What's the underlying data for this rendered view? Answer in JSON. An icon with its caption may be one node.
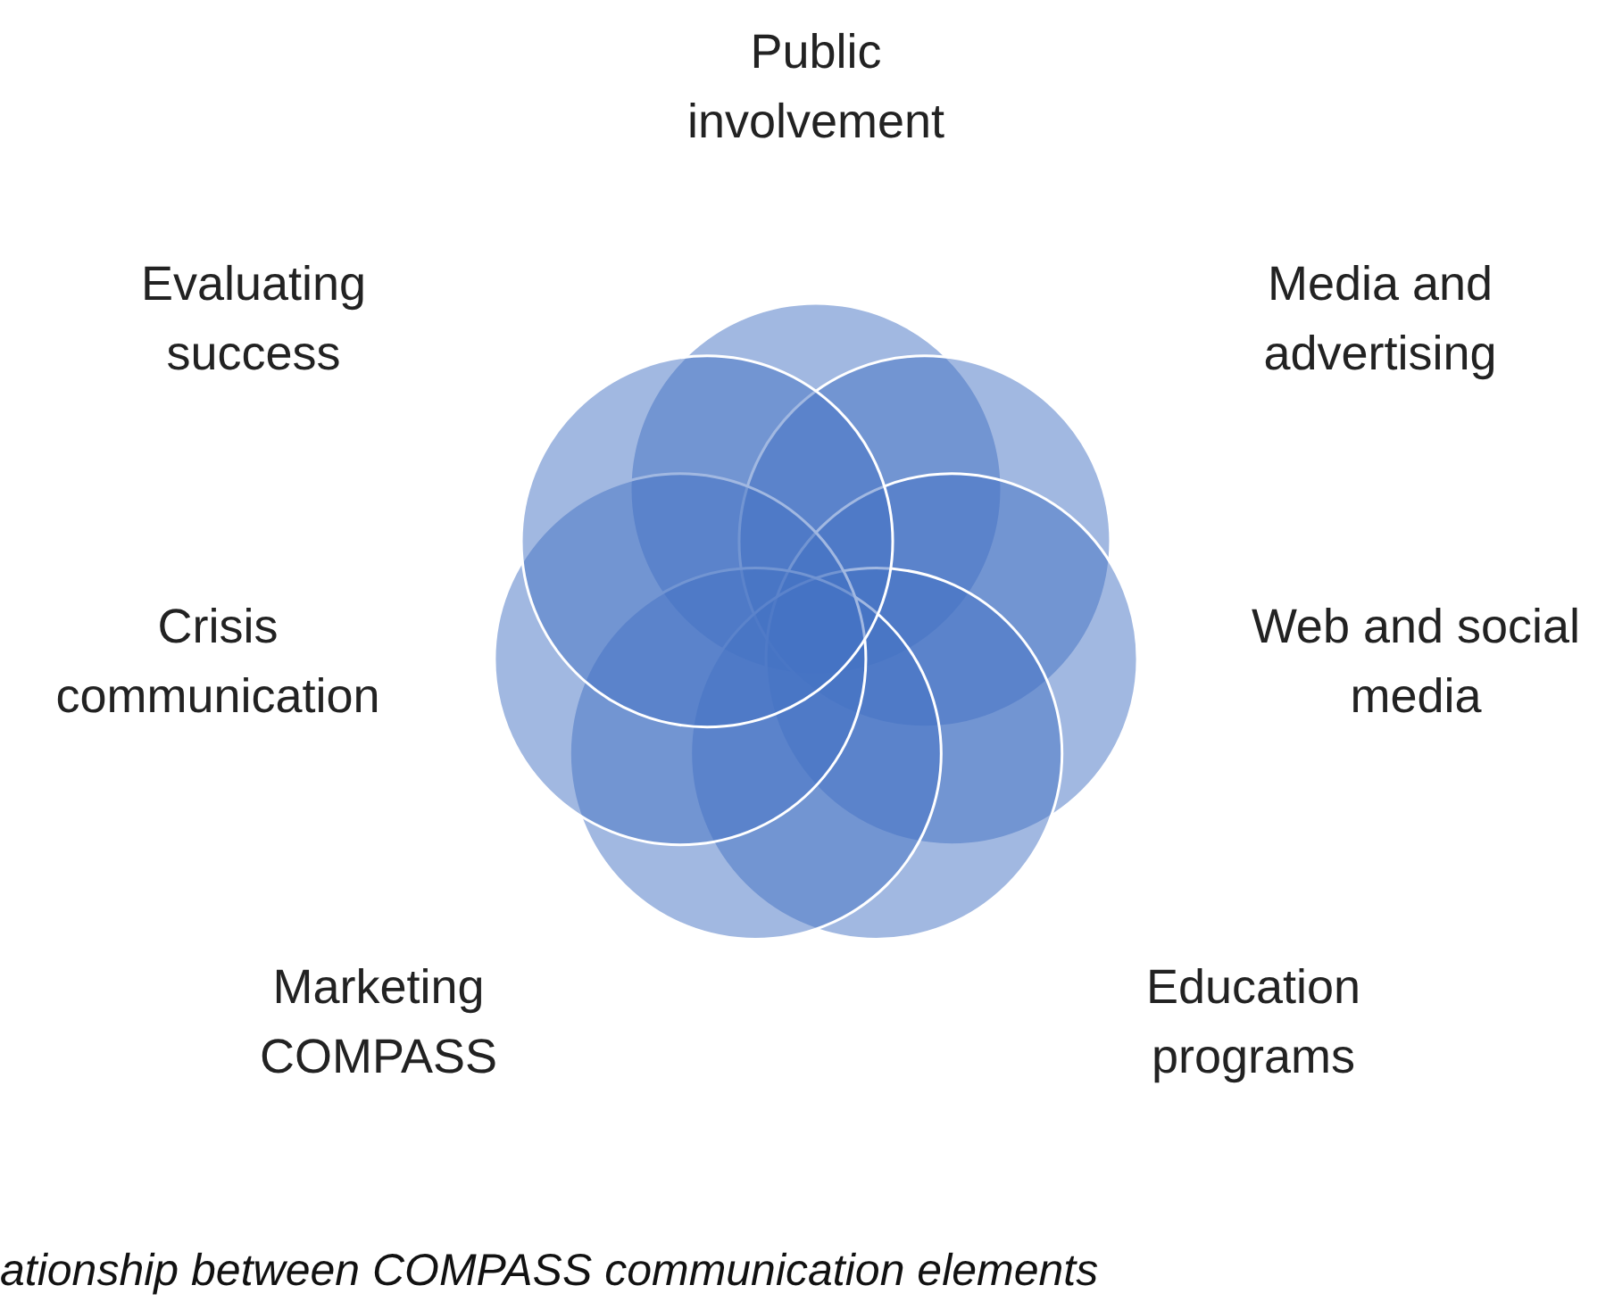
{
  "diagram": {
    "caption": "ationship between COMPASS communication elements",
    "labels": [
      "Public involvement",
      "Evaluating success",
      "Media and advertising",
      "Crisis communication",
      "Web and social media",
      "Marketing COMPASS",
      "Education programs"
    ]
  }
}
